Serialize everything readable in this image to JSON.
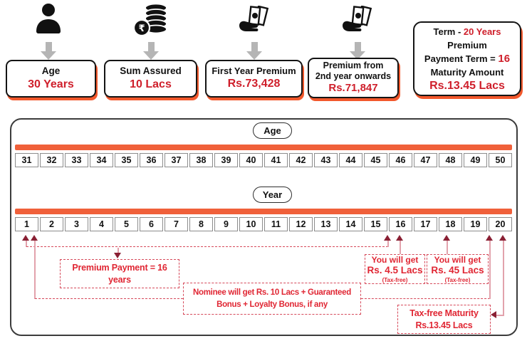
{
  "colors": {
    "orange_bar": "#f0603a",
    "card_shadow_orange": "#f2582c",
    "value_red": "#cf1f2b",
    "annotation_red": "#e02633",
    "dashed_line_red": "#d6495a",
    "arrowhead_maroon": "#8a2034",
    "connector_pink": "#e2a2ac",
    "gray_arrow": "#b5b5b5"
  },
  "header": {
    "age_card": {
      "label": "Age",
      "value": "30 Years"
    },
    "sum_card": {
      "label": "Sum Assured",
      "value": "10 Lacs"
    },
    "first_premium_card": {
      "label": "First Year Premium",
      "value": "Rs.73,428"
    },
    "renewal_premium_card": {
      "label_line1": "Premium from",
      "label_line2": "2nd year onwards",
      "value": "Rs.71,847"
    },
    "summary_card": {
      "term_label": "Term  -",
      "term_value": "20 Years",
      "premium_word": "Premium",
      "payment_label": "Payment Term =",
      "payment_value": "16",
      "maturity_label": "Maturity Amount",
      "maturity_value": "Rs.13.45 Lacs"
    }
  },
  "timeline": {
    "age_label": "Age",
    "ages": [
      "31",
      "32",
      "33",
      "34",
      "35",
      "36",
      "37",
      "38",
      "39",
      "40",
      "41",
      "42",
      "43",
      "44",
      "45",
      "46",
      "47",
      "48",
      "49",
      "50"
    ],
    "year_label": "Year",
    "years": [
      "1",
      "2",
      "3",
      "4",
      "5",
      "6",
      "7",
      "8",
      "9",
      "10",
      "11",
      "12",
      "13",
      "14",
      "15",
      "16",
      "17",
      "18",
      "19",
      "20"
    ]
  },
  "annotations": {
    "premium_payment": "Premium Payment = 16 years",
    "nominee_line1": "Nominee will get Rs. 10 Lacs + Guaranteed",
    "nominee_line2": "Bonus + Loyalty Bonus, if any",
    "survival_benefit_16": {
      "line1": "You will get",
      "line2": "Rs. 4.5 Lacs",
      "line3": "(Tax-free)"
    },
    "survival_benefit_18": {
      "line1": "You will get",
      "line2": "Rs. 45 Lacs",
      "line3": "(Tax-free)"
    },
    "maturity_note": {
      "line1": "Tax-free Maturity",
      "line2": "Rs.13.45 Lacs"
    }
  }
}
